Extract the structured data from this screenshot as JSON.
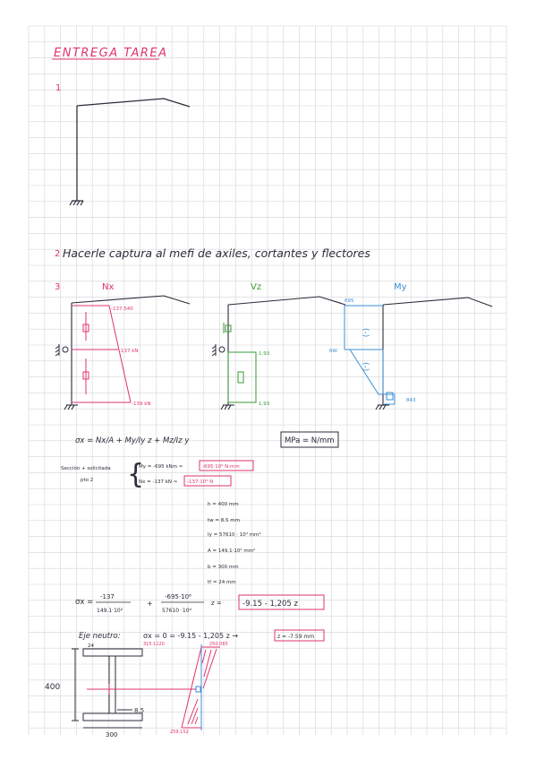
{
  "page": {
    "title": "ENTREGA TAREA",
    "colors": {
      "pink": "#e0336f",
      "ink": "#2b2b3a",
      "green": "#3a9a35",
      "blue": "#3a8fd6",
      "grid": "#d2d2d2"
    }
  },
  "section1": {
    "number": "1"
  },
  "section2": {
    "number": "2",
    "text": "Hacerle captura al mefi de axiles, cortantes y flectores"
  },
  "section3": {
    "number": "3",
    "diagram_nx": {
      "title": "Nx",
      "label_top": "-137.540",
      "label_mid": "-137 kN",
      "label_bottom": "-139 kN"
    },
    "diagram_vz": {
      "title": "Vz",
      "label_a": "1.93",
      "label_b": "1.93"
    },
    "diagram_my": {
      "title": "My",
      "label_top": "695",
      "label_mid": "6W",
      "label_bottom": "843",
      "sign_top": "(-)",
      "sign_mid": "(-)"
    },
    "formula": "σx = Nx/A + My/Iy z + Mz/Iz y",
    "units_box": "MPa = N/mm",
    "section_label_1": "Sección + solicitada",
    "section_label_2": "pto 2",
    "my_line": "My = -695 kNm ≈",
    "my_box": "-695·10⁶ N·mm",
    "nx_line": "Nx = -137 kN ≈",
    "nx_box": "-137·10³ N",
    "props": [
      "h = 400 mm",
      "tw = 8.5 mm",
      "Iy = 57610 · 10⁴ mm⁴",
      "A = 149.1·10² mm²",
      "b = 300 mm",
      "tf = 24 mm"
    ],
    "sigma_left": "σx =",
    "frac1_num": "-137",
    "frac1_den": "149.1·10²",
    "plus": "+",
    "frac2_num": "-695·10⁶",
    "frac2_den": "57610 ·10⁴",
    "times_z": "z =",
    "sigma_result": "-9.15 - 1,205 z",
    "neutral_label": "Eje neutro:",
    "neutral_eq": "σx = 0 = -9.15 - 1,205 z →",
    "neutral_result": "z = -7.59 mm",
    "bottom_labels": {
      "height": "400",
      "flange": "24",
      "web": "8.5",
      "width": "300",
      "stress_top_left": "315·1120",
      "stress_top_right": "250.085",
      "stress_bottom": "259.152"
    }
  }
}
